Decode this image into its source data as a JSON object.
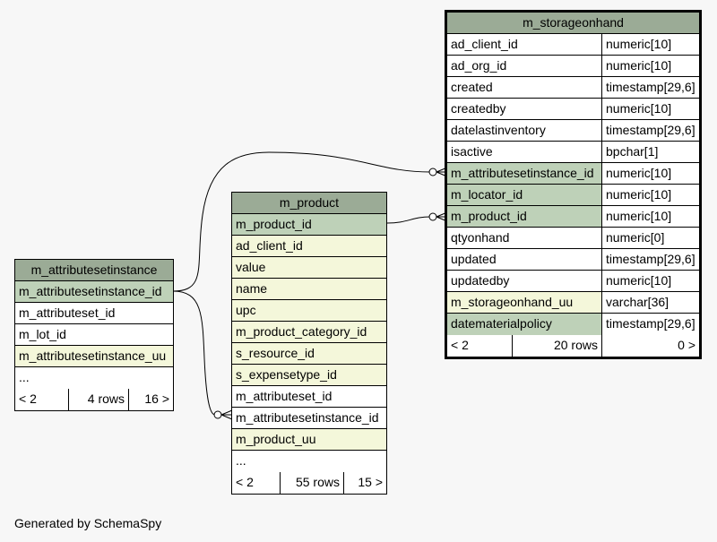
{
  "tables": {
    "attributesetinstance": {
      "name": "m_attributesetinstance",
      "columns": [
        {
          "name": "m_attributesetinstance_id",
          "style": "pk"
        },
        {
          "name": "m_attributeset_id",
          "style": "plain"
        },
        {
          "name": "m_lot_id",
          "style": "plain"
        },
        {
          "name": "m_attributesetinstance_uu",
          "style": "idx"
        },
        {
          "name": "...",
          "style": "plain"
        }
      ],
      "footer": {
        "left": "< 2",
        "rows": "4 rows",
        "right": "16 >"
      }
    },
    "product": {
      "name": "m_product",
      "columns": [
        {
          "name": "m_product_id",
          "style": "pk"
        },
        {
          "name": "ad_client_id",
          "style": "idx"
        },
        {
          "name": "value",
          "style": "idx"
        },
        {
          "name": "name",
          "style": "idx"
        },
        {
          "name": "upc",
          "style": "idx"
        },
        {
          "name": "m_product_category_id",
          "style": "idx"
        },
        {
          "name": "s_resource_id",
          "style": "idx"
        },
        {
          "name": "s_expensetype_id",
          "style": "idx"
        },
        {
          "name": "m_attributeset_id",
          "style": "plain"
        },
        {
          "name": "m_attributesetinstance_id",
          "style": "plain"
        },
        {
          "name": "m_product_uu",
          "style": "idx"
        },
        {
          "name": "...",
          "style": "plain"
        }
      ],
      "footer": {
        "left": "< 2",
        "rows": "55 rows",
        "right": "15 >"
      }
    },
    "storageonhand": {
      "name": "m_storageonhand",
      "columns": [
        {
          "name": "ad_client_id",
          "type": "numeric[10]",
          "style": "plain"
        },
        {
          "name": "ad_org_id",
          "type": "numeric[10]",
          "style": "plain"
        },
        {
          "name": "created",
          "type": "timestamp[29,6]",
          "style": "plain"
        },
        {
          "name": "createdby",
          "type": "numeric[10]",
          "style": "plain"
        },
        {
          "name": "datelastinventory",
          "type": "timestamp[29,6]",
          "style": "plain"
        },
        {
          "name": "isactive",
          "type": "bpchar[1]",
          "style": "plain"
        },
        {
          "name": "m_attributesetinstance_id",
          "type": "numeric[10]",
          "style": "pk"
        },
        {
          "name": "m_locator_id",
          "type": "numeric[10]",
          "style": "pk"
        },
        {
          "name": "m_product_id",
          "type": "numeric[10]",
          "style": "pk"
        },
        {
          "name": "qtyonhand",
          "type": "numeric[0]",
          "style": "plain"
        },
        {
          "name": "updated",
          "type": "timestamp[29,6]",
          "style": "plain"
        },
        {
          "name": "updatedby",
          "type": "numeric[10]",
          "style": "plain"
        },
        {
          "name": "m_storageonhand_uu",
          "type": "varchar[36]",
          "style": "idx"
        },
        {
          "name": "datematerialpolicy",
          "type": "timestamp[29,6]",
          "style": "pk"
        }
      ],
      "footer": {
        "left": "< 2",
        "rows": "20 rows",
        "right": "0 >"
      }
    }
  },
  "generated_by": "Generated by SchemaSpy"
}
